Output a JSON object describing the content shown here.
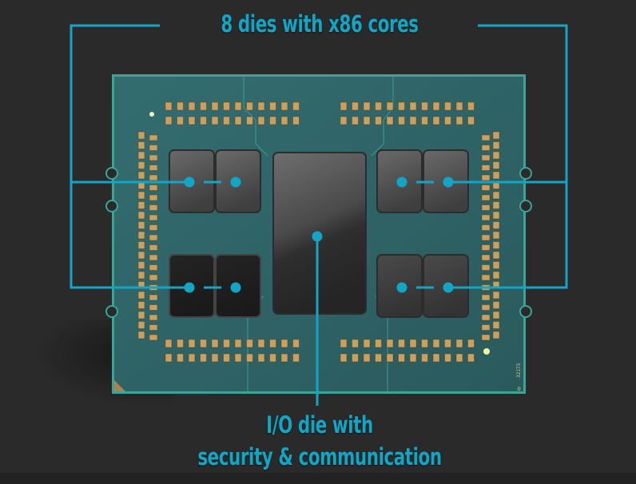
{
  "title": "AMD EPYC processor package diagram",
  "labels": {
    "top": "8 dies with x86 cores",
    "bottom_line1": "I/O die with",
    "bottom_line2": "security & communication"
  },
  "package_marking": {
    "serial": "32173",
    "letter": "D"
  },
  "dies": {
    "core_dies": [
      {
        "id": "ccd-top-left-1",
        "shade": "gray"
      },
      {
        "id": "ccd-top-left-2",
        "shade": "gray"
      },
      {
        "id": "ccd-bottom-left-1",
        "shade": "black"
      },
      {
        "id": "ccd-bottom-left-2",
        "shade": "black"
      },
      {
        "id": "ccd-top-right-1",
        "shade": "gray"
      },
      {
        "id": "ccd-top-right-2",
        "shade": "gray"
      },
      {
        "id": "ccd-bottom-right-1",
        "shade": "dark"
      },
      {
        "id": "ccd-bottom-right-2",
        "shade": "dark"
      }
    ],
    "io_die": {
      "id": "io-die"
    }
  },
  "colors": {
    "accent": "#12a6c6",
    "background": "#2a2a2a",
    "substrate": "#2f6466",
    "substrate_edge": "#3aa597",
    "capacitor": "#c8a060"
  }
}
